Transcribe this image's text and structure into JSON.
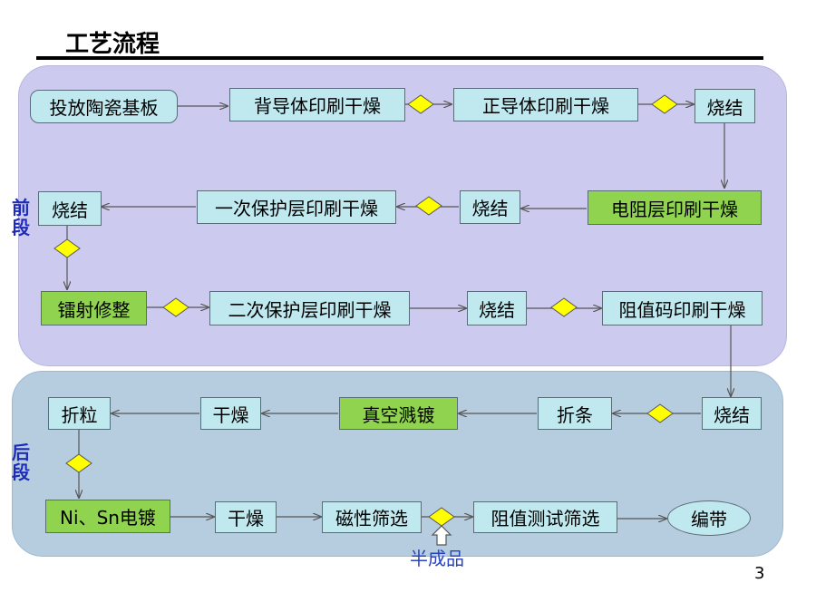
{
  "title": "工艺流程",
  "sections": {
    "front": "前段",
    "back": "后段"
  },
  "steps": [
    {
      "id": "s1",
      "label": "投放陶瓷基板",
      "style": "rounded"
    },
    {
      "id": "s2",
      "label": "背导体印刷干燥"
    },
    {
      "id": "s3",
      "label": "正导体印刷干燥"
    },
    {
      "id": "s4",
      "label": "烧结"
    },
    {
      "id": "s5",
      "label": "电阻层印刷干燥",
      "style": "green"
    },
    {
      "id": "s6",
      "label": "烧结"
    },
    {
      "id": "s7",
      "label": "一次保护层印刷干燥"
    },
    {
      "id": "s8",
      "label": "烧结"
    },
    {
      "id": "s9",
      "label": "镭射修整",
      "style": "green"
    },
    {
      "id": "s10",
      "label": "二次保护层印刷干燥"
    },
    {
      "id": "s11",
      "label": "烧结"
    },
    {
      "id": "s12",
      "label": "阻值码印刷干燥"
    },
    {
      "id": "s13",
      "label": "烧结"
    },
    {
      "id": "s14",
      "label": "折条"
    },
    {
      "id": "s15",
      "label": "真空溅镀",
      "style": "green"
    },
    {
      "id": "s16",
      "label": "干燥"
    },
    {
      "id": "s17",
      "label": "折粒"
    },
    {
      "id": "s18",
      "label": "Ni、Sn电镀",
      "style": "green"
    },
    {
      "id": "s19",
      "label": "干燥"
    },
    {
      "id": "s20",
      "label": "磁性筛选"
    },
    {
      "id": "s21",
      "label": "阻值测试筛选"
    },
    {
      "id": "s22",
      "label": "编带",
      "style": "oval"
    }
  ],
  "annotation": "半成品",
  "page_number": "3",
  "colors": {
    "process_box": "#bfe8ef",
    "key_box": "#8fd34f",
    "inspection_diamond": "#ffff00",
    "front_panel": "#cccaee",
    "back_panel": "#b6cde0",
    "section_label": "#1d2bb8"
  }
}
